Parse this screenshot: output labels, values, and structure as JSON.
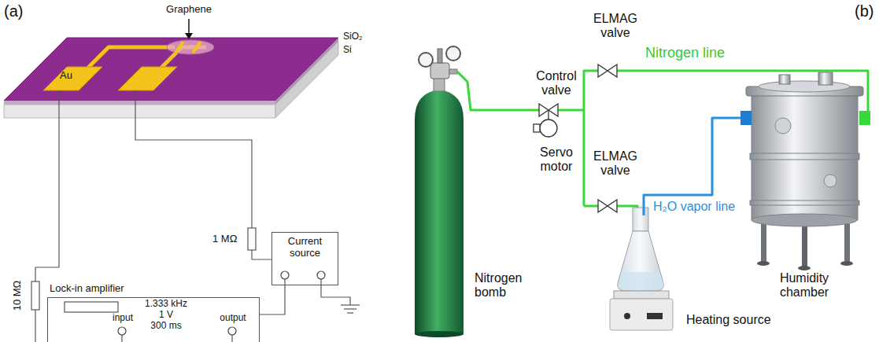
{
  "diagram": {
    "nodes": [
      {
        "text": [
          "Current source"
        ]
      },
      {
        "text": [
          "Lock-in amplifier",
          "1.333 kHz",
          "1 V",
          "300 ms",
          "input",
          "output"
        ]
      }
    ],
    "edges": [
      {
        "from": 0,
        "to": 1,
        "arrow": "none"
      }
    ],
    "labels": [
      "(a)",
      "Graphene",
      "SiO₂",
      "Si",
      "Au",
      "1 MΩ",
      "10 MΩ",
      "(b)",
      "Control valve",
      "Servo motor",
      "ELMAG valve",
      "ELMAG valve",
      "Nitrogen line",
      "H₂O vapor line",
      "Humidity chamber",
      "Nitrogen bomb",
      "Heating source"
    ]
  }
}
